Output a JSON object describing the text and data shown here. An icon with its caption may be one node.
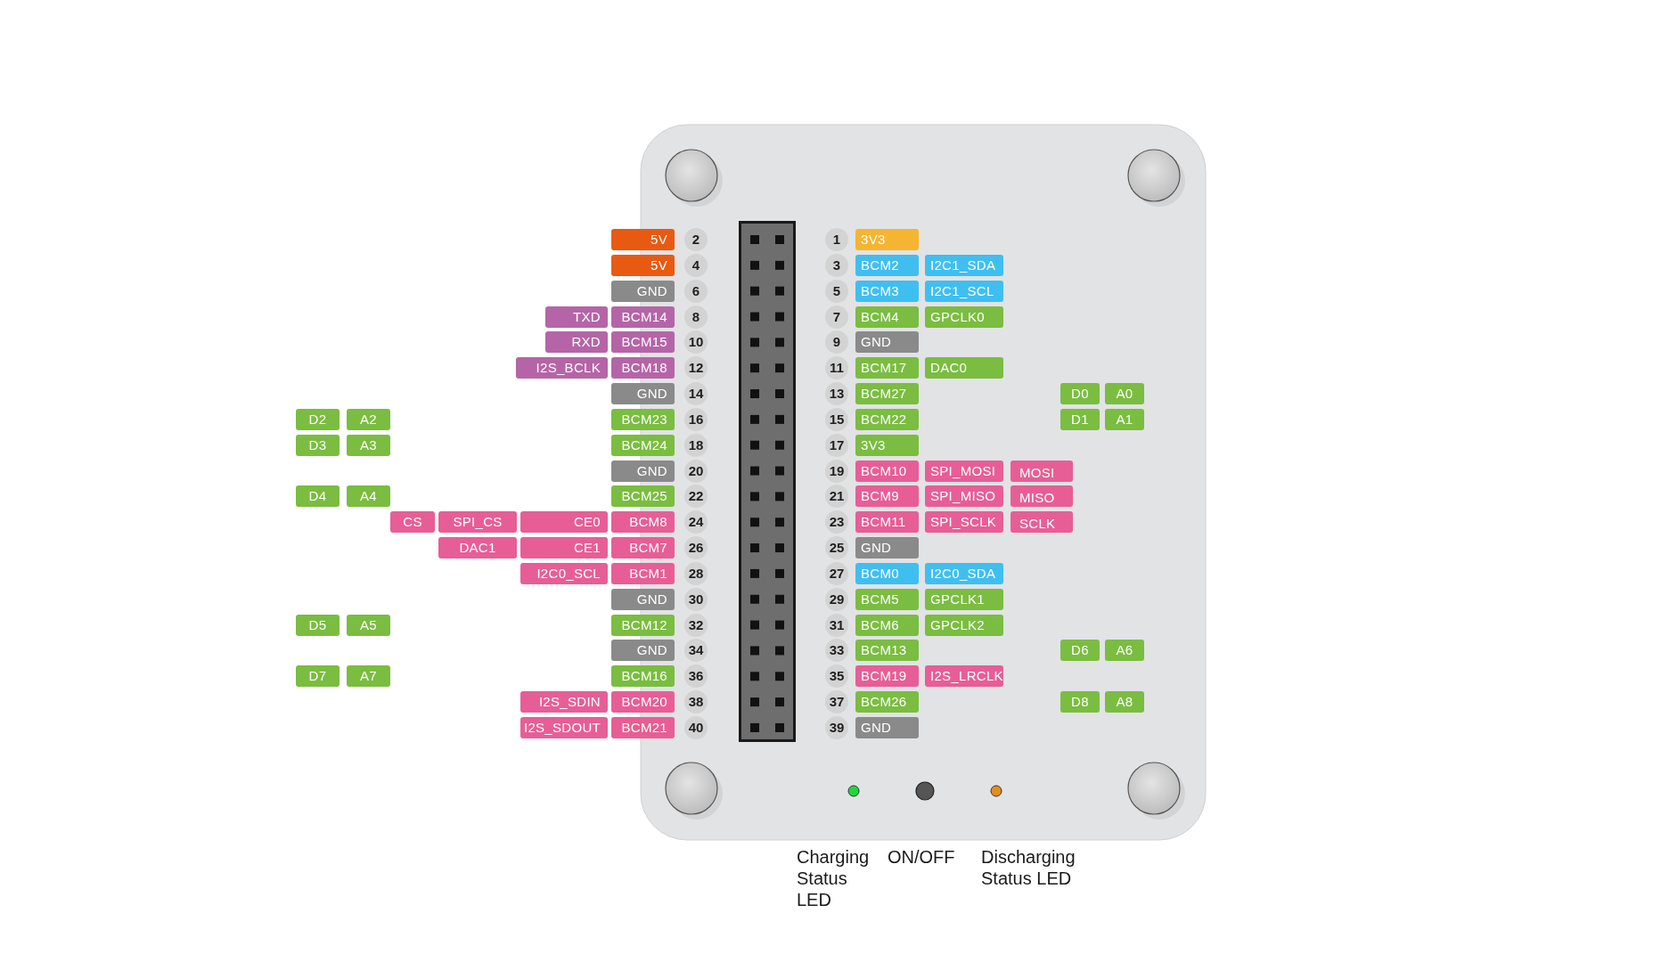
{
  "diagram": {
    "nodes": [
      {
        "text": [
          "5V"
        ]
      },
      {
        "text": [
          "2"
        ]
      },
      {
        "text": [
          "1"
        ]
      },
      {
        "text": [
          "3V3"
        ]
      },
      {
        "text": [
          "5V"
        ]
      },
      {
        "text": [
          "4"
        ]
      },
      {
        "text": [
          "3"
        ]
      },
      {
        "text": [
          "BCM2"
        ]
      },
      {
        "text": [
          "I2C1_SDA"
        ]
      },
      {
        "text": [
          "GND"
        ]
      },
      {
        "text": [
          "6"
        ]
      },
      {
        "text": [
          "5"
        ]
      },
      {
        "text": [
          "BCM3"
        ]
      },
      {
        "text": [
          "I2C1_SCL"
        ]
      },
      {
        "text": [
          "TXD"
        ]
      },
      {
        "text": [
          "BCM14"
        ]
      },
      {
        "text": [
          "8"
        ]
      },
      {
        "text": [
          "7"
        ]
      },
      {
        "text": [
          "BCM4"
        ]
      },
      {
        "text": [
          "GPCLK0"
        ]
      },
      {
        "text": [
          "RXD"
        ]
      },
      {
        "text": [
          "BCM15"
        ]
      },
      {
        "text": [
          "10"
        ]
      },
      {
        "text": [
          "9"
        ]
      },
      {
        "text": [
          "GND"
        ]
      },
      {
        "text": [
          "I2S_BCLK"
        ]
      },
      {
        "text": [
          "BCM18"
        ]
      },
      {
        "text": [
          "12"
        ]
      },
      {
        "text": [
          "11"
        ]
      },
      {
        "text": [
          "BCM17"
        ]
      },
      {
        "text": [
          "DAC0"
        ]
      },
      {
        "text": [
          "GND"
        ]
      },
      {
        "text": [
          "14"
        ]
      },
      {
        "text": [
          "13"
        ]
      },
      {
        "text": [
          "BCM27"
        ]
      },
      {
        "text": [
          "D0"
        ]
      },
      {
        "text": [
          "A0"
        ]
      },
      {
        "text": [
          "D2"
        ]
      },
      {
        "text": [
          "A2"
        ]
      },
      {
        "text": [
          "BCM23"
        ]
      },
      {
        "text": [
          "16"
        ]
      },
      {
        "text": [
          "15"
        ]
      },
      {
        "text": [
          "BCM22"
        ]
      },
      {
        "text": [
          "D1"
        ]
      },
      {
        "text": [
          "A1"
        ]
      },
      {
        "text": [
          "D3"
        ]
      },
      {
        "text": [
          "A3"
        ]
      },
      {
        "text": [
          "BCM24"
        ]
      },
      {
        "text": [
          "18"
        ]
      },
      {
        "text": [
          "17"
        ]
      },
      {
        "text": [
          "3V3"
        ]
      },
      {
        "text": [
          "GND"
        ]
      },
      {
        "text": [
          "20"
        ]
      },
      {
        "text": [
          "19"
        ]
      },
      {
        "text": [
          "BCM10"
        ]
      },
      {
        "text": [
          "SPI_MOSI"
        ]
      },
      {
        "text": [
          "MOSI"
        ]
      },
      {
        "text": [
          "D4"
        ]
      },
      {
        "text": [
          "A4"
        ]
      },
      {
        "text": [
          "BCM25"
        ]
      },
      {
        "text": [
          "22"
        ]
      },
      {
        "text": [
          "21"
        ]
      },
      {
        "text": [
          "BCM9"
        ]
      },
      {
        "text": [
          "SPI_MISO"
        ]
      },
      {
        "text": [
          "MISO"
        ]
      },
      {
        "text": [
          "CS"
        ]
      },
      {
        "text": [
          "SPI_CS"
        ]
      },
      {
        "text": [
          "CE0"
        ]
      },
      {
        "text": [
          "BCM8"
        ]
      },
      {
        "text": [
          "24"
        ]
      },
      {
        "text": [
          "23"
        ]
      },
      {
        "text": [
          "BCM11"
        ]
      },
      {
        "text": [
          "SPI_SCLK"
        ]
      },
      {
        "text": [
          "SCLK"
        ]
      },
      {
        "text": [
          "DAC1"
        ]
      },
      {
        "text": [
          "CE1"
        ]
      },
      {
        "text": [
          "BCM7"
        ]
      },
      {
        "text": [
          "26"
        ]
      },
      {
        "text": [
          "25"
        ]
      },
      {
        "text": [
          "GND"
        ]
      },
      {
        "text": [
          "I2C0_SCL"
        ]
      },
      {
        "text": [
          "BCM1"
        ]
      },
      {
        "text": [
          "28"
        ]
      },
      {
        "text": [
          "27"
        ]
      },
      {
        "text": [
          "BCM0"
        ]
      },
      {
        "text": [
          "I2C0_SDA"
        ]
      },
      {
        "text": [
          "GND"
        ]
      },
      {
        "text": [
          "30"
        ]
      },
      {
        "text": [
          "29"
        ]
      },
      {
        "text": [
          "BCM5"
        ]
      },
      {
        "text": [
          "GPCLK1"
        ]
      },
      {
        "text": [
          "D5"
        ]
      },
      {
        "text": [
          "A5"
        ]
      },
      {
        "text": [
          "BCM12"
        ]
      },
      {
        "text": [
          "32"
        ]
      },
      {
        "text": [
          "31"
        ]
      },
      {
        "text": [
          "BCM6"
        ]
      },
      {
        "text": [
          "GPCLK2"
        ]
      },
      {
        "text": [
          "GND"
        ]
      },
      {
        "text": [
          "34"
        ]
      },
      {
        "text": [
          "33"
        ]
      },
      {
        "text": [
          "BCM13"
        ]
      },
      {
        "text": [
          "D6"
        ]
      },
      {
        "text": [
          "A6"
        ]
      },
      {
        "text": [
          "D7"
        ]
      },
      {
        "text": [
          "A7"
        ]
      },
      {
        "text": [
          "BCM16"
        ]
      },
      {
        "text": [
          "36"
        ]
      },
      {
        "text": [
          "35"
        ]
      },
      {
        "text": [
          "BCM19"
        ]
      },
      {
        "text": [
          "I2S_LRCLK"
        ]
      },
      {
        "text": [
          "I2S_SDIN"
        ]
      },
      {
        "text": [
          "BCM20"
        ]
      },
      {
        "text": [
          "38"
        ]
      },
      {
        "text": [
          "37"
        ]
      },
      {
        "text": [
          "BCM26"
        ]
      },
      {
        "text": [
          "D8"
        ]
      },
      {
        "text": [
          "A8"
        ]
      },
      {
        "text": [
          "I2S_SDOUT"
        ]
      },
      {
        "text": [
          "BCM21"
        ]
      },
      {
        "text": [
          "40"
        ]
      },
      {
        "text": [
          "39"
        ]
      },
      {
        "text": [
          "GND"
        ]
      }
    ],
    "labels": [
      "Charging Status LED",
      "ON/OFF",
      "Discharging Status LED"
    ]
  }
}
